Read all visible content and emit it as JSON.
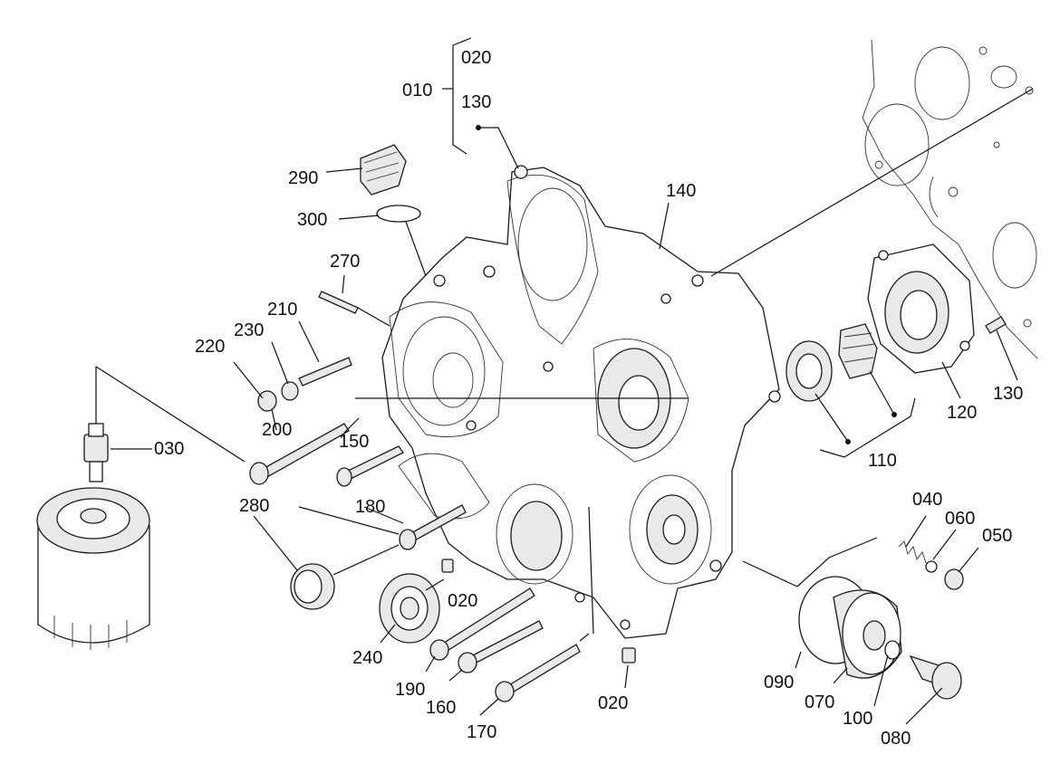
{
  "diagram": {
    "labels": [
      {
        "id": "l010",
        "text": "010"
      },
      {
        "id": "l020a",
        "text": "020"
      },
      {
        "id": "l130a",
        "text": "130"
      },
      {
        "id": "l140",
        "text": "140"
      },
      {
        "id": "l290",
        "text": "290"
      },
      {
        "id": "l300",
        "text": "300"
      },
      {
        "id": "l270",
        "text": "270"
      },
      {
        "id": "l210",
        "text": "210"
      },
      {
        "id": "l230",
        "text": "230"
      },
      {
        "id": "l220",
        "text": "220"
      },
      {
        "id": "l200",
        "text": "200"
      },
      {
        "id": "l150",
        "text": "150"
      },
      {
        "id": "l030",
        "text": "030"
      },
      {
        "id": "l280",
        "text": "280"
      },
      {
        "id": "l180",
        "text": "180"
      },
      {
        "id": "l020b",
        "text": "020"
      },
      {
        "id": "l240",
        "text": "240"
      },
      {
        "id": "l190",
        "text": "190"
      },
      {
        "id": "l160",
        "text": "160"
      },
      {
        "id": "l170",
        "text": "170"
      },
      {
        "id": "l020c",
        "text": "020"
      },
      {
        "id": "l130b",
        "text": "130"
      },
      {
        "id": "l120",
        "text": "120"
      },
      {
        "id": "l110",
        "text": "110"
      },
      {
        "id": "l040",
        "text": "040"
      },
      {
        "id": "l060",
        "text": "060"
      },
      {
        "id": "l050",
        "text": "050"
      },
      {
        "id": "l090",
        "text": "090"
      },
      {
        "id": "l070",
        "text": "070"
      },
      {
        "id": "l100",
        "text": "100"
      },
      {
        "id": "l080",
        "text": "080"
      }
    ]
  }
}
